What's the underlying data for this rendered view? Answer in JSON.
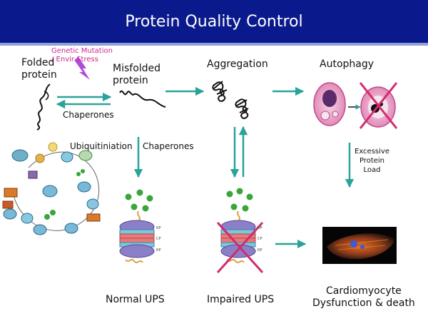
{
  "title": "Protein Quality Control",
  "labels": {
    "folded_protein": [
      "Folded",
      "protein"
    ],
    "misfolded_protein": [
      "Misfolded",
      "protein"
    ],
    "genetic_stress": [
      "Genetic Mutation",
      "/ Envir Stress"
    ],
    "chaperones_top": "Chaperones",
    "aggregation": "Aggregation",
    "autophagy": "Autophagy",
    "ubiquitination": "Ubiquitiniation",
    "chaperones_mid": "Chaperones",
    "excessive_load": [
      "Excessive",
      "Protein",
      "Load"
    ],
    "normal_ups": "Normal UPS",
    "impaired_ups": "Impaired UPS",
    "outcome": [
      "Cardiomyocyte",
      "Dysfunction & death"
    ],
    "proteasome_parts": [
      "RP",
      "CP",
      "RP"
    ]
  },
  "colors": {
    "title_bar": "#0a1a8c",
    "arrow": "#2aa39a",
    "cross": "#d42a6e",
    "lightning": "#b04ce0",
    "ubiquitin": "#3aa63a"
  },
  "icons": [
    "lightning-icon",
    "cross-icon",
    "proteasome-icon",
    "cell-icon",
    "cardiomyocyte-image"
  ]
}
